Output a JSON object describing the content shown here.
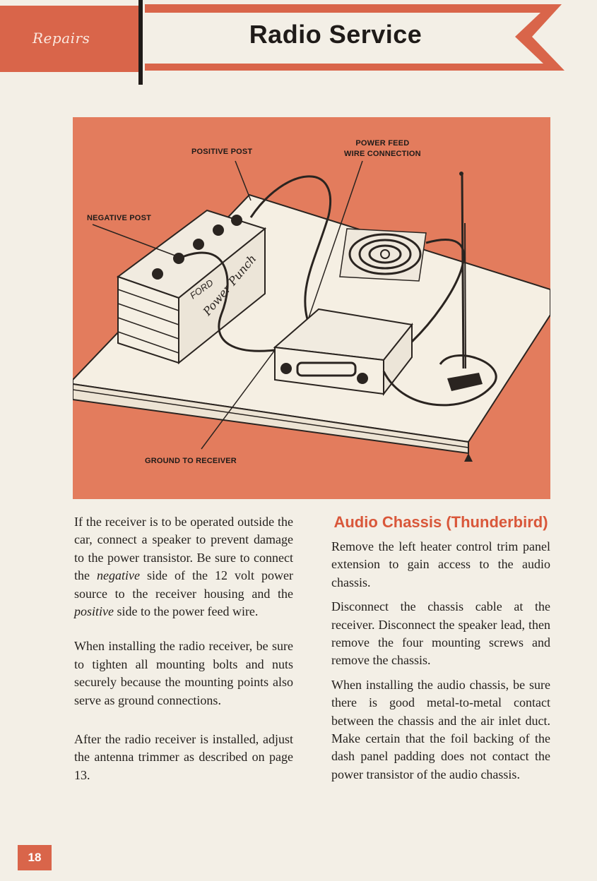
{
  "header": {
    "section_label": "Repairs",
    "title": "Radio Service"
  },
  "illustration": {
    "callouts": {
      "positive_post": "POSITIVE POST",
      "power_feed": "POWER FEED\nWIRE CONNECTION",
      "negative_post": "NEGATIVE POST",
      "ground": "GROUND TO RECEIVER"
    },
    "battery_brand": "FORD",
    "battery_script": "Power Punch"
  },
  "left_column": {
    "p1_a": "If the receiver is to be operated outside the car, connect a speaker to prevent damage to the power transistor. Be sure to connect the ",
    "p1_em1": "negative",
    "p1_b": " side of the 12 volt power source to the receiver housing and the ",
    "p1_em2": "positive",
    "p1_c": " side to the power feed wire.",
    "p2": "When installing the radio receiver, be sure to tighten all mounting bolts and nuts securely because the mounting points also serve as ground connections.",
    "p3": "After the radio receiver is installed, adjust the antenna trimmer as described on page 13."
  },
  "right_column": {
    "heading": "Audio Chassis (Thunderbird)",
    "p1": "Remove the left heater control trim panel extension to gain access to the audio chassis.",
    "p2": "Disconnect the chassis cable at the receiver. Disconnect the speaker lead, then remove the four mounting screws and remove the chassis.",
    "p3": "When installing the audio chassis, be sure there is good metal-to-metal contact between the chassis and the air inlet duct. Make certain that the foil backing of the dash panel padding does not contact the power transistor of the audio chassis."
  },
  "footer": {
    "page_number": "18"
  },
  "colors": {
    "accent": "#d9654a",
    "illustration_bg": "#e37c5d",
    "subhead": "#d9573a",
    "paper": "#f3efe6"
  }
}
